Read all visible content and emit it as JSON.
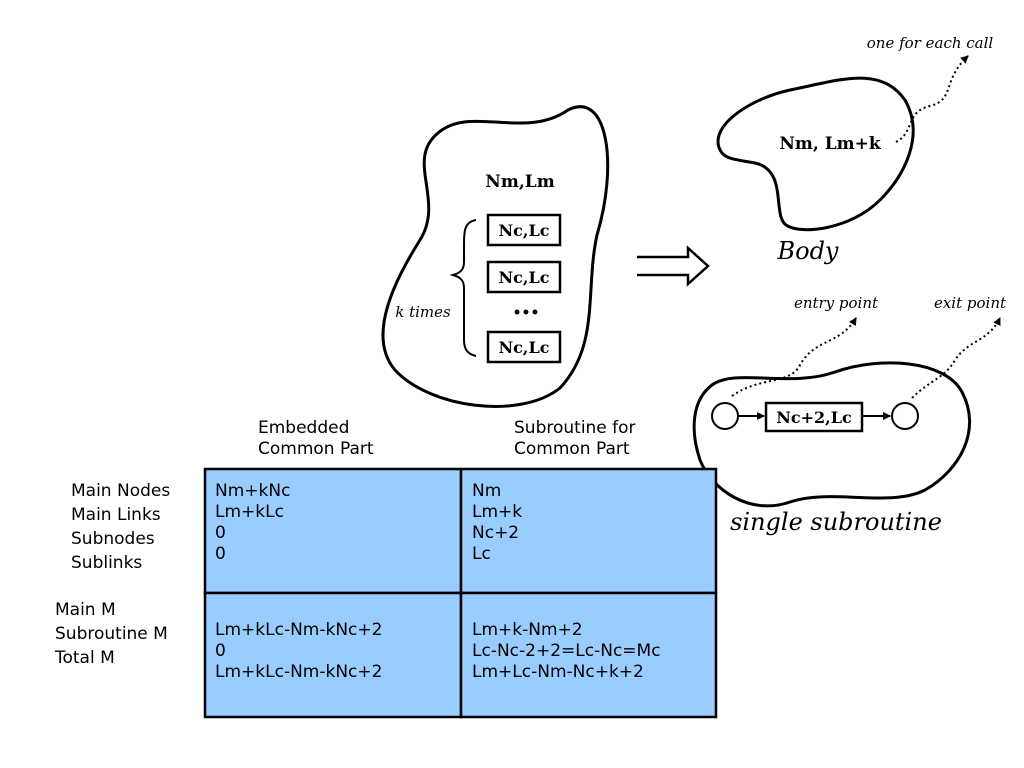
{
  "diagram": {
    "main_program": {
      "label": "Nm,Lm",
      "boxes": [
        "Nc,Lc",
        "Nc,Lc",
        "Nc,Lc"
      ],
      "ellipsis": "•••",
      "repeat_label": "k times"
    },
    "body": {
      "inner_label": "Nm, Lm+k",
      "caption": "Body",
      "annotation": "one for each call"
    },
    "subroutine": {
      "box_label": "Nc+2,Lc",
      "caption": "single subroutine",
      "entry_label": "entry point",
      "exit_label": "exit point"
    }
  },
  "table": {
    "col_headers": [
      {
        "line1": "Embedded",
        "line2": "Common Part"
      },
      {
        "line1": "Subroutine for",
        "line2": "Common Part"
      }
    ],
    "row_group_1_labels": [
      "Main Nodes",
      "Main Links",
      "Subnodes",
      "Sublinks"
    ],
    "row_group_2_labels": [
      "Main M",
      "Subroutine M",
      "Total M"
    ],
    "cells_group_1": {
      "embedded": [
        "Nm+kNc",
        "Lm+kLc",
        "0",
        "0"
      ],
      "subroutine": [
        "Nm",
        "Lm+k",
        "Nc+2",
        "Lc"
      ]
    },
    "cells_group_2": {
      "embedded": [
        "Lm+kLc-Nm-kNc+2",
        "0",
        "Lm+kLc-Nm-kNc+2"
      ],
      "subroutine": [
        "Lm+k-Nm+2",
        "Lc-Nc-2+2=Lc-Nc=Mc",
        "Lm+Lc-Nm-Nc+k+2"
      ]
    },
    "cell_fill": "#99ccff"
  }
}
